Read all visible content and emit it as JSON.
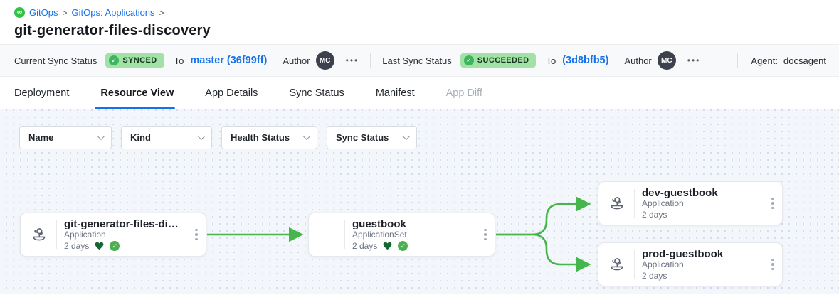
{
  "breadcrumb": {
    "items": [
      {
        "label": "GitOps"
      },
      {
        "label": "GitOps: Applications"
      }
    ],
    "separator": ">"
  },
  "page_title": "git-generator-files-discovery",
  "status_bar": {
    "current_sync": {
      "label": "Current Sync Status",
      "badge_text": "SYNCED",
      "to_label": "To",
      "revision": "master (36f99ff)",
      "author_label": "Author",
      "author_initials": "MC"
    },
    "last_sync": {
      "label": "Last Sync Status",
      "badge_text": "SUCCEEDED",
      "to_label": "To",
      "revision": "(3d8bfb5)",
      "author_label": "Author",
      "author_initials": "MC"
    },
    "agent": {
      "label": "Agent:",
      "value": "docsagent"
    }
  },
  "tabs": [
    {
      "label": "Deployment",
      "state": "normal"
    },
    {
      "label": "Resource View",
      "state": "active"
    },
    {
      "label": "App Details",
      "state": "normal"
    },
    {
      "label": "Sync Status",
      "state": "normal"
    },
    {
      "label": "Manifest",
      "state": "normal"
    },
    {
      "label": "App Diff",
      "state": "disabled"
    }
  ],
  "filters": [
    {
      "label": "Name"
    },
    {
      "label": "Kind"
    },
    {
      "label": "Health Status"
    },
    {
      "label": "Sync Status"
    }
  ],
  "graph": {
    "nodes": [
      {
        "title": "git-generator-files-disco...",
        "kind": "Application",
        "age": "2 days",
        "health": "healthy",
        "sync": "synced"
      },
      {
        "title": "guestbook",
        "kind": "ApplicationSet",
        "age": "2 days",
        "health": "healthy",
        "sync": "synced"
      },
      {
        "title": "dev-guestbook",
        "kind": "Application",
        "age": "2 days"
      },
      {
        "title": "prod-guestbook",
        "kind": "Application",
        "age": "2 days"
      }
    ],
    "edges": [
      {
        "from": "git-generator-files-discovery",
        "to": "guestbook"
      },
      {
        "from": "guestbook",
        "to": "dev-guestbook"
      },
      {
        "from": "guestbook",
        "to": "prod-guestbook"
      }
    ]
  },
  "icons": {
    "infinity": "∞",
    "check": "✓",
    "more": "•••"
  },
  "colors": {
    "link_blue": "#1672ec",
    "badge_green_bg": "#a3e2a6",
    "badge_green_icon": "#3cb55e",
    "edge_green": "#46b64c",
    "health_heart_green": "#166534",
    "sync_check_green": "#4caf50",
    "logo_green": "#36c246",
    "avatar_bg": "#3c414c",
    "canvas_bg": "#f3f7fb"
  }
}
